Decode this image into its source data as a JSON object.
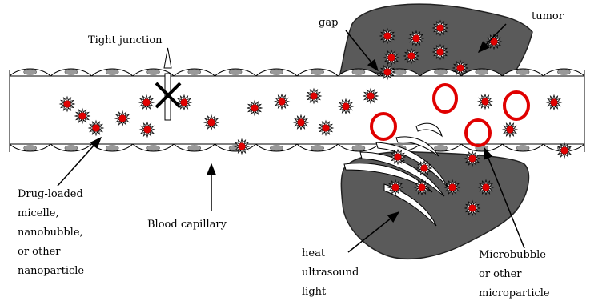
{
  "labels": {
    "tight_junction": "Tight junction",
    "gap": "gap",
    "tumor": "tumor",
    "drug_loaded": [
      "Drug-loaded",
      "micelle,",
      "nanobubble,",
      "or other",
      "nanoparticle"
    ],
    "blood_capillary": "Blood capillary",
    "energy": [
      "heat",
      "ultrasound",
      "light"
    ],
    "microbubble": [
      "Microbubble",
      "or other",
      "microparticle"
    ]
  },
  "colors": {
    "particle_fill": "#e00000",
    "particle_core": "#c00000",
    "tumor_fill": "#5a5a5a",
    "microbubble_stroke": "#e00000",
    "cell_nucleus": "#999999"
  }
}
